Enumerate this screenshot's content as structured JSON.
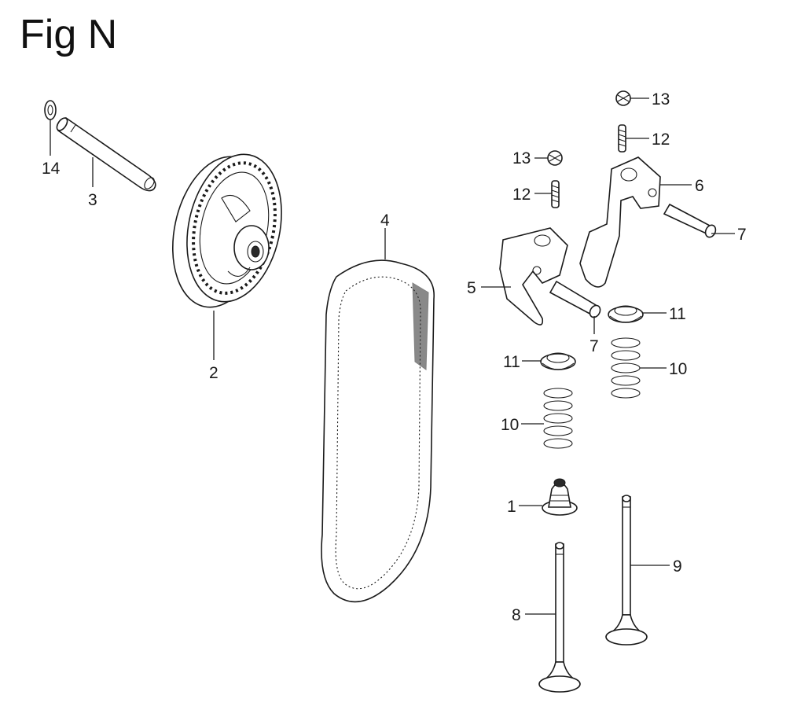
{
  "figure": {
    "title": "Fig N"
  },
  "callouts": [
    {
      "id": "c14",
      "text": "14"
    },
    {
      "id": "c3",
      "text": "3"
    },
    {
      "id": "c2",
      "text": "2"
    },
    {
      "id": "c4",
      "text": "4"
    },
    {
      "id": "c13a",
      "text": "13"
    },
    {
      "id": "c12a",
      "text": "12"
    },
    {
      "id": "c13b",
      "text": "13"
    },
    {
      "id": "c12b",
      "text": "12"
    },
    {
      "id": "c6",
      "text": "6"
    },
    {
      "id": "c7a",
      "text": "7"
    },
    {
      "id": "c5",
      "text": "5"
    },
    {
      "id": "c7b",
      "text": "7"
    },
    {
      "id": "c11a",
      "text": "11"
    },
    {
      "id": "c11b",
      "text": "11"
    },
    {
      "id": "c10a",
      "text": "10"
    },
    {
      "id": "c10b",
      "text": "10"
    },
    {
      "id": "c1",
      "text": "1"
    },
    {
      "id": "c9",
      "text": "9"
    },
    {
      "id": "c8",
      "text": "8"
    }
  ]
}
